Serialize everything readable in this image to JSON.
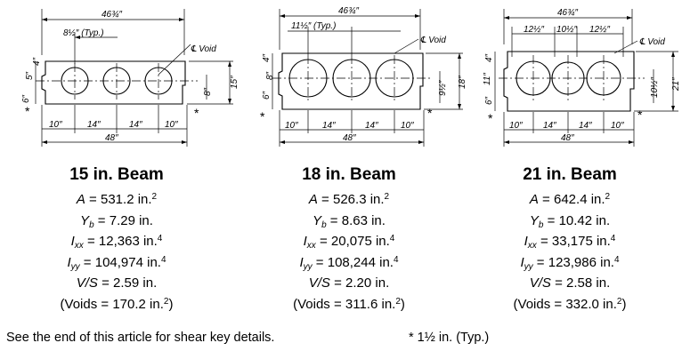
{
  "beams": [
    {
      "title": "15 in. Beam",
      "props": {
        "A": {
          "sym": "A",
          "sub": "",
          "val": "531.2 in.",
          "sup": "2"
        },
        "Yb": {
          "sym": "Y",
          "sub": "b",
          "val": "7.29 in.",
          "sup": ""
        },
        "Ixx": {
          "sym": "I",
          "sub": "xx",
          "val": "12,363 in.",
          "sup": "4"
        },
        "Iyy": {
          "sym": "I",
          "sub": "yy",
          "val": "104,974 in.",
          "sup": "4"
        },
        "VS": {
          "sym": "V/S",
          "sub": "",
          "val": "2.59 in.",
          "sup": ""
        },
        "voids": {
          "pre": "(Voids = 170.2 in.",
          "sup": "2",
          "post": ")"
        }
      },
      "dims": {
        "total": "46¾″",
        "spacing": "8½″ (Typ.)",
        "void_label": "℄ Void",
        "d1": "4″",
        "d2": "5″",
        "d3": "6″",
        "height": "15″",
        "void_h": "8″",
        "seg1": "10″",
        "seg2": "14″",
        "seg3": "14″",
        "seg4": "10″",
        "bottom": "48″"
      }
    },
    {
      "title": "18 in. Beam",
      "props": {
        "A": {
          "sym": "A",
          "sub": "",
          "val": "526.3 in.",
          "sup": "2"
        },
        "Yb": {
          "sym": "Y",
          "sub": "b",
          "val": "8.63 in.",
          "sup": ""
        },
        "Ixx": {
          "sym": "I",
          "sub": "xx",
          "val": "20,075 in.",
          "sup": "4"
        },
        "Iyy": {
          "sym": "I",
          "sub": "yy",
          "val": "108,244 in.",
          "sup": "4"
        },
        "VS": {
          "sym": "V/S",
          "sub": "",
          "val": "2.20 in.",
          "sup": ""
        },
        "voids": {
          "pre": "(Voids = 311.6 in.",
          "sup": "2",
          "post": ")"
        }
      },
      "dims": {
        "total": "46¾″",
        "spacing": "11½″ (Typ.)",
        "void_label": "℄ Void",
        "d1": "4″",
        "d2": "8″",
        "d3": "6″",
        "height": "18″",
        "void_h": "9½″",
        "seg1": "10″",
        "seg2": "14″",
        "seg3": "14″",
        "seg4": "10″",
        "bottom": "48″"
      }
    },
    {
      "title": "21 in. Beam",
      "props": {
        "A": {
          "sym": "A",
          "sub": "",
          "val": "642.4 in.",
          "sup": "2"
        },
        "Yb": {
          "sym": "Y",
          "sub": "b",
          "val": "10.42 in.",
          "sup": ""
        },
        "Ixx": {
          "sym": "I",
          "sub": "xx",
          "val": "33,175 in.",
          "sup": "4"
        },
        "Iyy": {
          "sym": "I",
          "sub": "yy",
          "val": "123,986 in.",
          "sup": "4"
        },
        "VS": {
          "sym": "V/S",
          "sub": "",
          "val": "2.58 in.",
          "sup": ""
        },
        "voids": {
          "pre": "(Voids = 332.0 in.",
          "sup": "2",
          "post": ")"
        }
      },
      "dims": {
        "total": "46¾″",
        "s1": "12½″",
        "s2": "10½″",
        "s3": "12½″",
        "void_label": "℄ Void",
        "d1": "4″",
        "d2": "11″",
        "d3": "6″",
        "height": "21″",
        "void_h": "10½″",
        "seg1": "10″",
        "seg2": "14″",
        "seg3": "14″",
        "seg4": "10″",
        "bottom": "48″"
      }
    }
  ],
  "footer": {
    "left": "See the end of this article for shear key details.",
    "right": "* 1½ in. (Typ.)"
  },
  "star": "*"
}
